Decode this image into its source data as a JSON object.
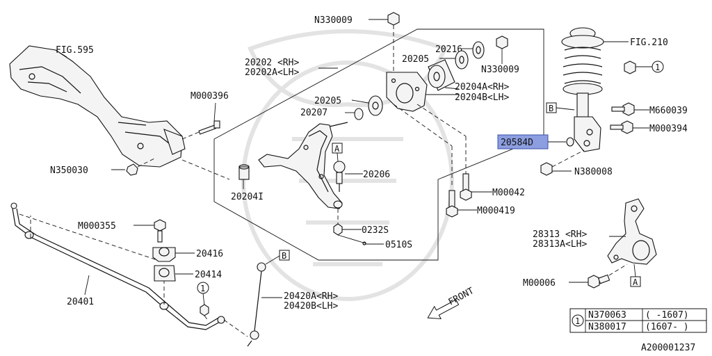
{
  "labels": {
    "fig595": "FIG.595",
    "m000396": "M000396",
    "n350030": "N350030",
    "n330009_top": "N330009",
    "p20202_rh": "20202 <RH>",
    "p20202a_lh": "20202A<LH>",
    "p20216": "20216",
    "p20205_top": "20205",
    "n330009_right": "N330009",
    "p20204a_rh": "20204A<RH>",
    "p20204b_lh": "20204B<LH>",
    "p20205_mid": "20205",
    "p20207": "20207",
    "p20206": "20206",
    "p20204i": "20204I",
    "p0232s": "0232S",
    "p0510s": "0510S",
    "fig210": "FIG.210",
    "m660039": "M660039",
    "m000394": "M000394",
    "p20584d": "20584D",
    "n380008": "N380008",
    "m00042": "M00042",
    "m000419": "M000419",
    "m000355": "M000355",
    "p20416": "20416",
    "p20414": "20414",
    "p20401": "20401",
    "p20420a_rh": "20420A<RH>",
    "p20420b_lh": "20420B<LH>",
    "front": "FRONT",
    "p28313_rh": "28313 <RH>",
    "p28313a_lh": "28313A<LH>",
    "m00006": "M00006",
    "diagram_id": "A200001237"
  },
  "callouts": {
    "a": "A",
    "b": "B",
    "circle1": "1"
  },
  "footnote_table": {
    "ref": "1",
    "rows": [
      {
        "part": "N370063",
        "range": "( -1607)"
      },
      {
        "part": "N380017",
        "range": "(1607- )"
      }
    ]
  },
  "highlight": {
    "part": "20584D",
    "color": "#8c9ee0"
  }
}
